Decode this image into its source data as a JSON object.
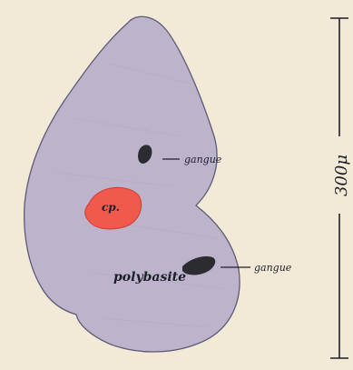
{
  "colors": {
    "paper": "#f2ead6",
    "grain": "#d9ccb0",
    "grain_fill": "#bdb4cc",
    "grain_outline": "#5d5a78",
    "inclusion": "#ef5a4c",
    "inclusion_dark": "#d23a31",
    "gangue": "#2b2b30",
    "ink": "#1e1e2a"
  },
  "labels": {
    "gangue_upper": "gangue",
    "gangue_lower": "gangue",
    "inclusion": "cp.",
    "mineral": "polybasite",
    "scale": "300μ"
  }
}
